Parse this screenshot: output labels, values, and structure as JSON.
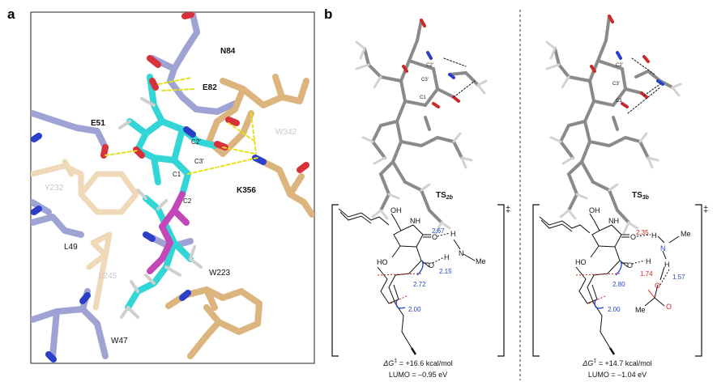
{
  "panel_a": {
    "letter": "a",
    "residues": {
      "n84": "N84",
      "e82": "E82",
      "e51": "E51",
      "w342": "W342",
      "y232": "Y232",
      "k356": "K356",
      "l49": "L49",
      "l245": "L245",
      "w223": "W223",
      "w47": "W47"
    },
    "atoms": {
      "c2p": "C2'",
      "c3p": "C3'",
      "c1": "C1",
      "c2": "C2"
    }
  },
  "panel_b": {
    "letter": "b",
    "ts_left": {
      "label_main": "TS",
      "label_sub": "2b",
      "atoms": {
        "c2p": "C2'",
        "c3p": "C3'",
        "c1": "C1"
      },
      "oh": "OH",
      "nh": "NH",
      "ho": "HO",
      "o1": "O",
      "o2": "O",
      "h1": "H",
      "h2": "H",
      "n": "N",
      "me": "Me",
      "dist_top": "2.67",
      "dist_mid": "2.15",
      "dist_c": "2.72",
      "dist_bot": "2.00",
      "dagger": "‡",
      "dg_prefix": "ΔG",
      "dg_value": " = +16.6 kcal/mol",
      "lumo": "LUMO = –0.95 eV"
    },
    "ts_right": {
      "label_main": "TS",
      "label_sub": "3b",
      "atoms": {
        "c2p": "C2'",
        "c3p": "C3'",
        "c1": "C1"
      },
      "oh": "OH",
      "nh": "NH",
      "ho": "HO",
      "o1": "O",
      "o2": "O",
      "h1": "H",
      "h2": "H",
      "h3": "H",
      "n": "N",
      "me": "Me",
      "o3": "O",
      "o4": "O",
      "me2": "Me",
      "dist_top": "2.35",
      "dist_mid": "1.74",
      "dist_oh": "1.57",
      "dist_c": "2.80",
      "dist_bot": "2.00",
      "dagger": "‡",
      "dg_prefix": "ΔG",
      "dg_value": " = +14.7 kcal/mol",
      "lumo": "LUMO = –1.04 eV"
    }
  },
  "colors": {
    "protein_blue": "#9ea3d4",
    "protein_tan": "#dcb47e",
    "ligand_cyan": "#33d6d6",
    "ligand_magenta": "#c447b8",
    "oxygen_red": "#d9313a",
    "nitrogen_blue": "#2b3fc9",
    "hbond_yellow": "#e6e01f",
    "dist_blue": "#2244cc",
    "dist_red": "#d8241e"
  }
}
